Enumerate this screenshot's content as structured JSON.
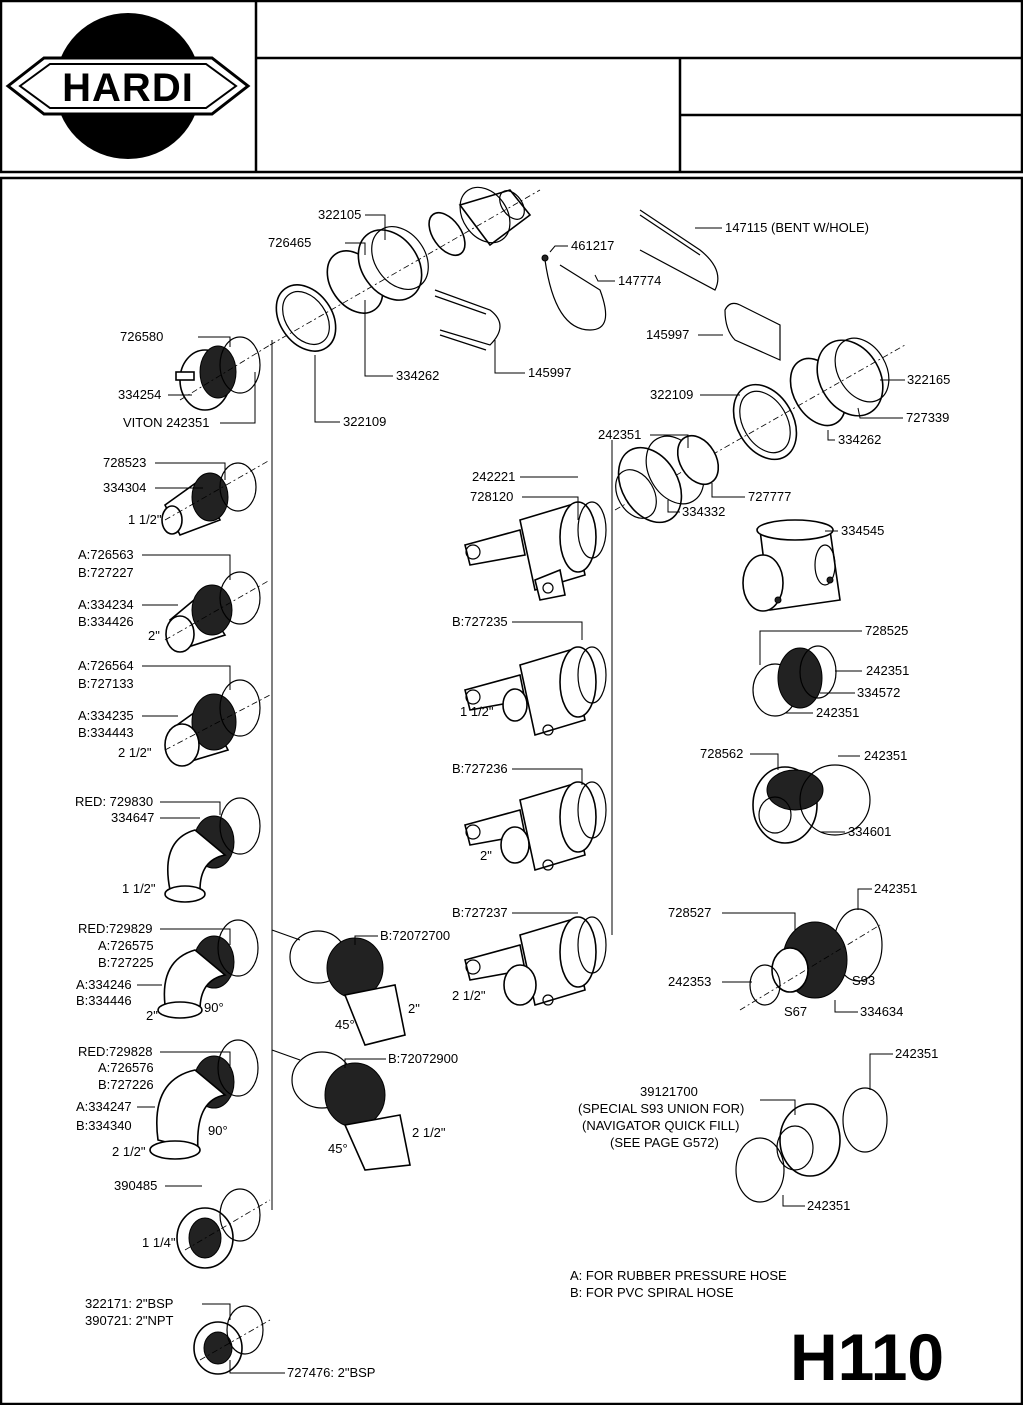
{
  "header": {
    "brand": "HARDI",
    "page_code": "H110"
  },
  "labels": {
    "p322105": "322105",
    "p726465": "726465",
    "p726580": "726580",
    "p334254": "334254",
    "viton": "VITON 242351",
    "p334262a": "334262",
    "p322109a": "322109",
    "p145997a": "145997",
    "p461217": "461217",
    "p147774": "147774",
    "p147115": "147115 (BENT W/HOLE)",
    "p145997b": "145997",
    "p322165": "322165",
    "p727339": "727339",
    "p322109b": "322109",
    "p334262b": "334262",
    "p242351a": "242351",
    "p242221": "242221",
    "p728120": "728120",
    "p727777": "727777",
    "p334332": "334332",
    "p334545": "334545",
    "p728523": "728523",
    "p334304": "334304",
    "s112a": "1 1/2\"",
    "a726563": "A:726563",
    "b727227": "B:727227",
    "a334234": "A:334234",
    "b334426": "B:334426",
    "s2a": "2\"",
    "a726564": "A:726564",
    "b727133": "B:727133",
    "a334235": "A:334235",
    "b334443": "B:334443",
    "s212a": "2 1/2\"",
    "red729830": "RED: 729830",
    "p334647": "334647",
    "s112b": "1 1/2\"",
    "red729829": "RED:729829",
    "a726575": "A:726575",
    "b727225": "B:727225",
    "a334246": "A:334246",
    "b334446": "B:334446",
    "s2b": "2\"",
    "deg90a": "90°",
    "red729828": "RED:729828",
    "a726576": "A:726576",
    "b727226": "B:727226",
    "a334247": "A:334247",
    "b334340": "B:334340",
    "deg90b": "90°",
    "s212b": "2 1/2\"",
    "p390485": "390485",
    "s114": "1 1/4\"",
    "p322171": "322171: 2\"BSP",
    "p390721": "390721: 2\"NPT",
    "p727476": "727476: 2\"BSP",
    "b72072700": "B:72072700",
    "deg45a": "45°",
    "s2c": "2\"",
    "b72072900": "B:72072900",
    "deg45b": "45°",
    "s212c": "2 1/2\"",
    "b727235": "B:727235",
    "s112c": "1 1/2\"",
    "b727236": "B:727236",
    "s2d": "2\"",
    "b727237": "B:727237",
    "s212d": "2 1/2\"",
    "p728525": "728525",
    "p242351b": "242351",
    "p334572": "334572",
    "p242351c": "242351",
    "p728562": "728562",
    "p242351d": "242351",
    "p334601": "334601",
    "p242351e": "242351",
    "p728527": "728527",
    "p242353": "242353",
    "s93": "S93",
    "s67": "S67",
    "p334634": "334634",
    "p242351f": "242351",
    "p39121700": "39121700",
    "special1": "(SPECIAL S93 UNION FOR)",
    "special2": "(NAVIGATOR QUICK FILL)",
    "special3": "(SEE PAGE G572)",
    "p242351g": "242351"
  },
  "notes": {
    "a": "A: FOR RUBBER PRESSURE HOSE",
    "b": "B: FOR PVC SPIRAL HOSE"
  }
}
